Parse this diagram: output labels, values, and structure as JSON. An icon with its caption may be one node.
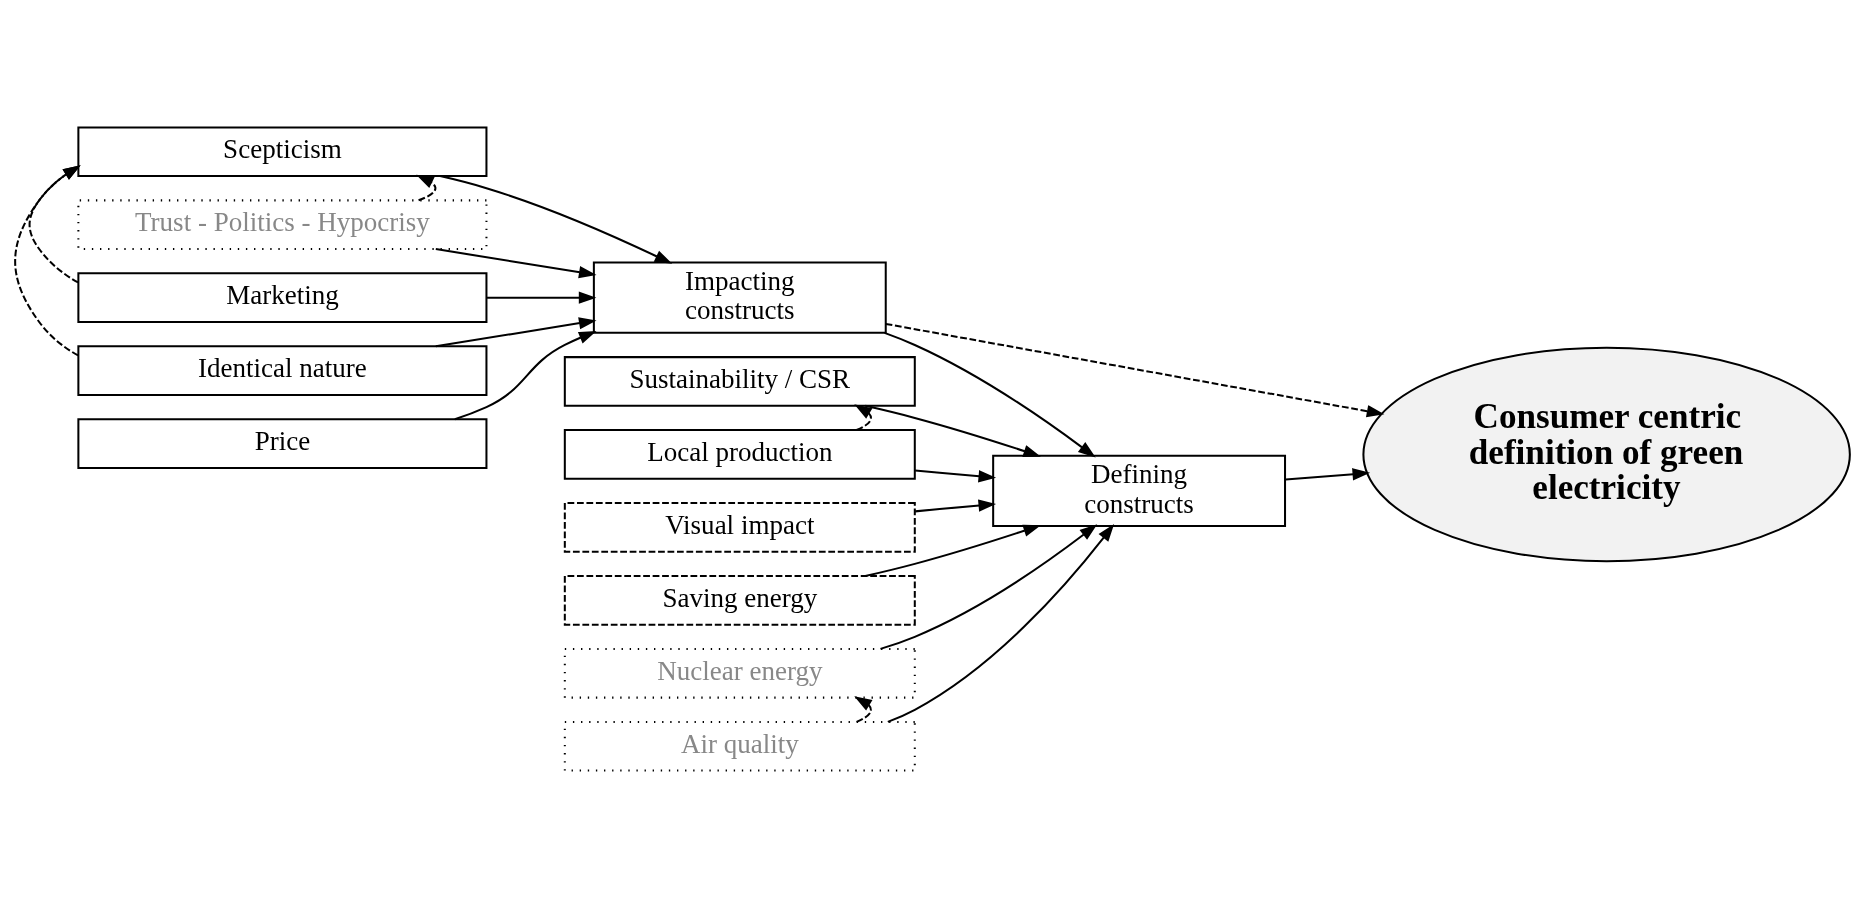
{
  "diagram": {
    "nodes": [
      {
        "text": [
          "Scepticism"
        ]
      },
      {
        "text": [
          "Trust - Politics - Hypocrisy"
        ]
      },
      {
        "text": [
          "Marketing"
        ]
      },
      {
        "text": [
          "Identical nature"
        ]
      },
      {
        "text": [
          "Price"
        ]
      },
      {
        "text": [
          "Impacting constructs"
        ]
      },
      {
        "text": [
          "Defining constructs"
        ]
      },
      {
        "text": [
          "Consumer centric definition of green electricity"
        ]
      },
      {
        "text": [
          "Sustainability / CSR"
        ]
      },
      {
        "text": [
          "Local production"
        ]
      },
      {
        "text": [
          "Visual impact"
        ]
      },
      {
        "text": [
          "Saving energy"
        ]
      },
      {
        "text": [
          "Nuclear energy"
        ]
      },
      {
        "text": [
          "Air quality"
        ]
      }
    ],
    "edges": [
      {
        "from": 0,
        "to": 5,
        "arrow": "to"
      },
      {
        "from": 1,
        "to": 5,
        "arrow": "to"
      },
      {
        "from": 2,
        "to": 5,
        "arrow": "to"
      },
      {
        "from": 3,
        "to": 5,
        "arrow": "to"
      },
      {
        "from": 4,
        "to": 5,
        "arrow": "to"
      },
      {
        "from": 5,
        "to": 6,
        "arrow": "to"
      },
      {
        "from": 6,
        "to": 7,
        "arrow": "to"
      },
      {
        "from": 5,
        "to": 7,
        "arrow": "to",
        "style": "dashed"
      },
      {
        "from": 8,
        "to": 6,
        "arrow": "to"
      },
      {
        "from": 9,
        "to": 6,
        "arrow": "to"
      },
      {
        "from": 10,
        "to": 6,
        "arrow": "to"
      },
      {
        "from": 11,
        "to": 6,
        "arrow": "to"
      },
      {
        "from": 12,
        "to": 6,
        "arrow": "to"
      },
      {
        "from": 13,
        "to": 6,
        "arrow": "to"
      },
      {
        "from": 1,
        "to": 0,
        "arrow": "to",
        "style": "dashed"
      },
      {
        "from": 2,
        "to": 0,
        "arrow": "to",
        "style": "dashed"
      },
      {
        "from": 3,
        "to": 0,
        "arrow": "to",
        "style": "dashed"
      },
      {
        "from": 9,
        "to": 8,
        "arrow": "to",
        "style": "dashed"
      },
      {
        "from": 13,
        "to": 12,
        "arrow": "to",
        "style": "dashed"
      }
    ]
  }
}
